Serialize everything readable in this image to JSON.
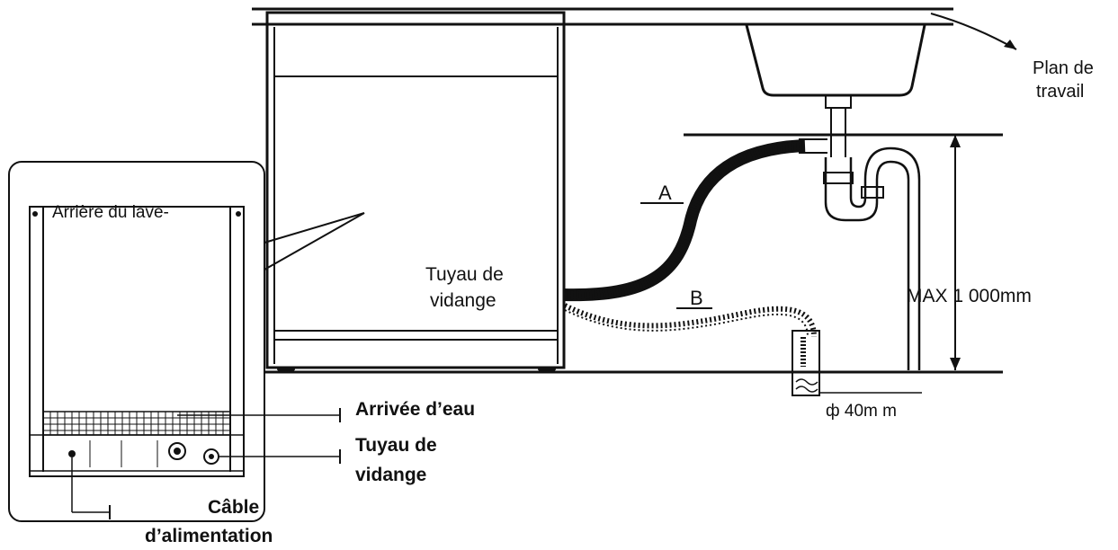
{
  "labels": {
    "countertop": [
      "Plan de",
      "travail"
    ],
    "machine_back": "Arrière du lave-",
    "drain_hose_front": [
      "Tuyau de",
      "vidange"
    ],
    "hose_a": "A",
    "hose_b": "B",
    "max_height": "MAX 1 000mm",
    "diameter": "ф 40m m",
    "water_inlet": "Arrivée d’eau",
    "drain_hose_back": [
      "Tuyau de",
      "vidange"
    ],
    "power_cable": [
      "Câble",
      "d’alimentation"
    ]
  },
  "colors": {
    "line": "#111111",
    "background": "#ffffff",
    "hose_b": "#555555"
  }
}
